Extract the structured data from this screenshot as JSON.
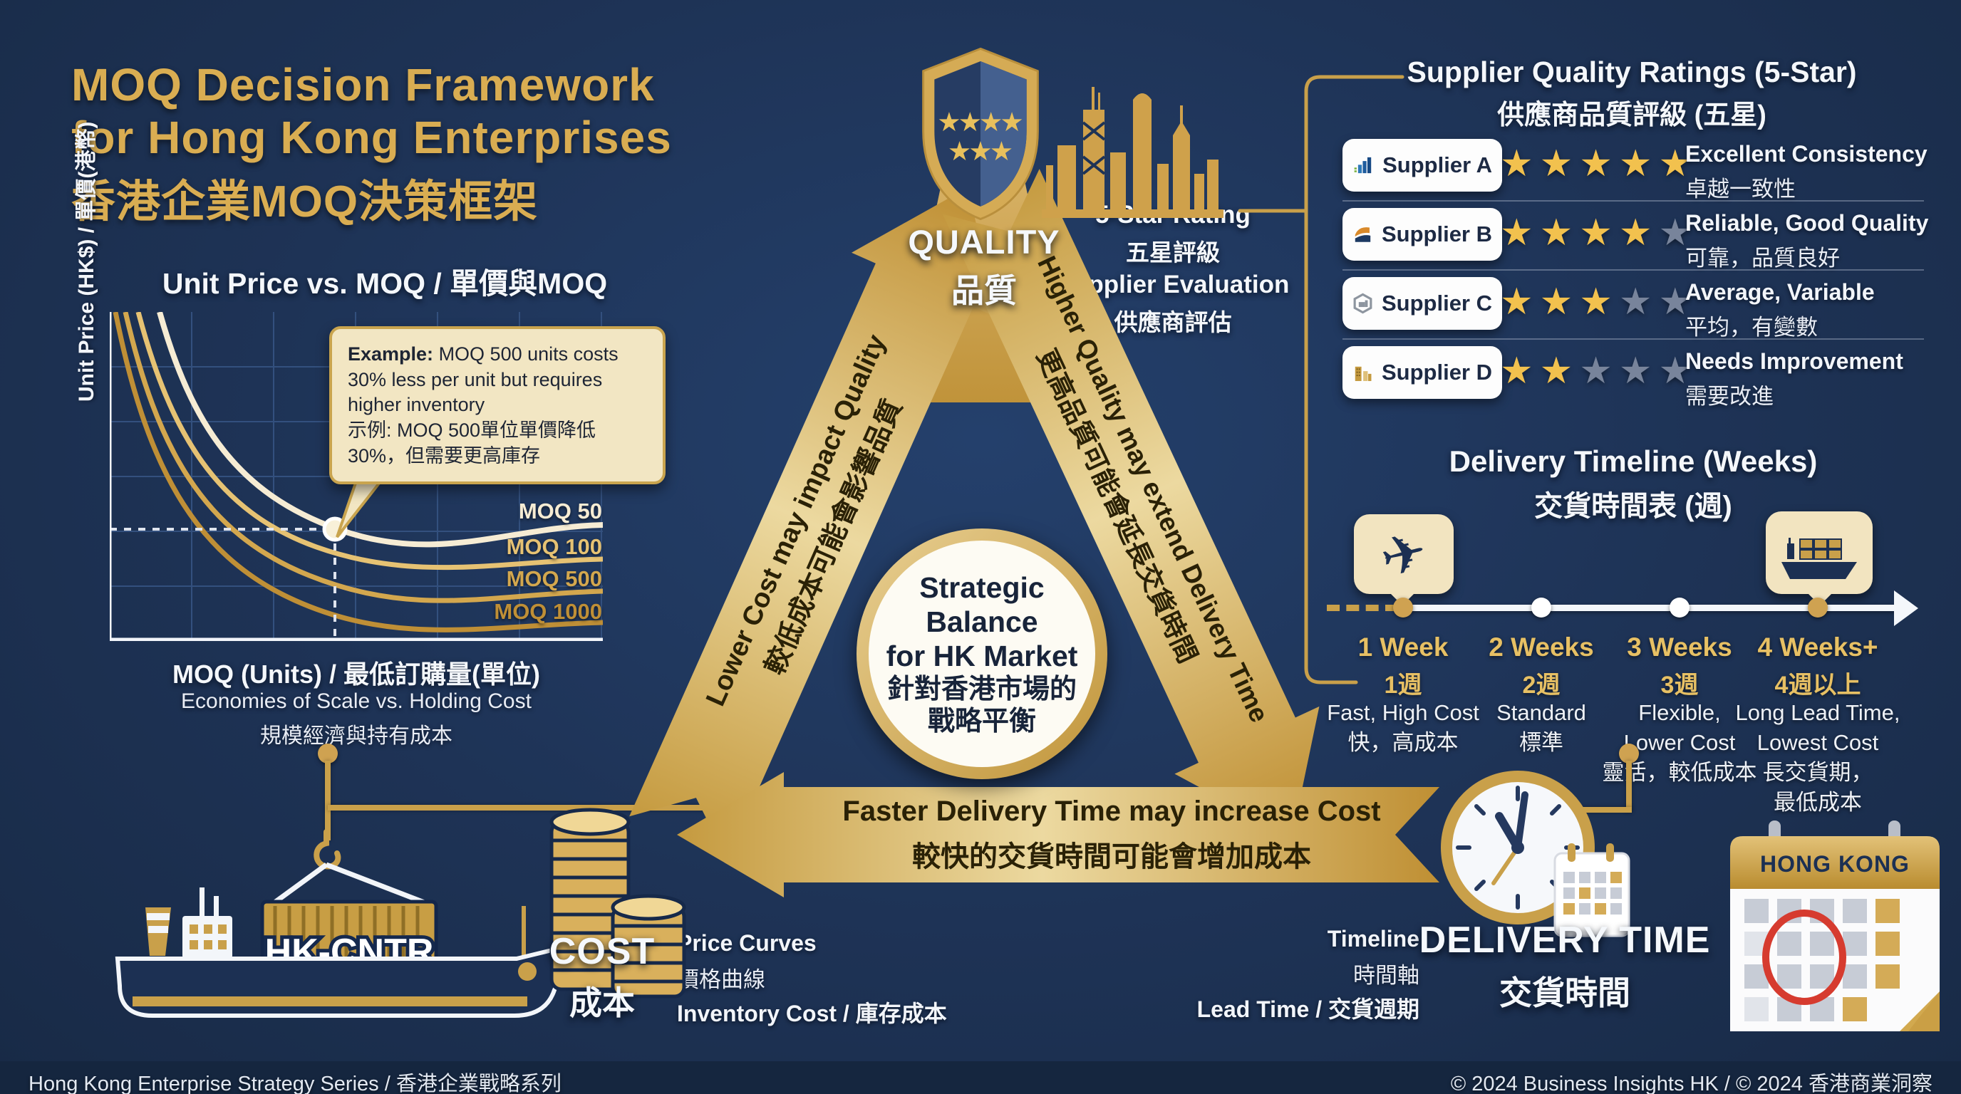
{
  "colors": {
    "background": "#1e3356",
    "gold": "#d9ad52",
    "star_gold": "#f2c14e",
    "star_gray": "#78849b",
    "dot_gold": "#cfa251",
    "dot_white": "#ffffff"
  },
  "title": {
    "line1": "MOQ Decision Framework",
    "line2": "for Hong Kong Enterprises",
    "line3": "香港企業MOQ決策框架"
  },
  "chart": {
    "title": "Unit Price vs. MOQ / 單價與MOQ",
    "y_label": "Unit Price (HK$) / 單價(港幣)",
    "x_label": "MOQ (Units) / 最低訂購量(單位)",
    "subtitle_en": "Economies of Scale vs. Holding Cost",
    "subtitle_zh": "規模經濟與持有成本",
    "curves": [
      {
        "label": "MOQ 50",
        "color": "#f6ecd4"
      },
      {
        "label": "MOQ 100",
        "color": "#e6c273"
      },
      {
        "label": "MOQ 500",
        "color": "#d3a74e"
      },
      {
        "label": "MOQ 1000",
        "color": "#bf8f36"
      }
    ],
    "callout": {
      "label": "Example:",
      "en": " MOQ 500 units costs 30% less per unit but requires higher inventory",
      "zh": "示例: MOQ 500單位單價降低30%，但需要更高庫存"
    }
  },
  "chart_data": {
    "type": "line",
    "title": "Unit Price vs. MOQ / 單價與MOQ",
    "xlabel": "MOQ (Units) / 最低訂購量(單位)",
    "ylabel": "Unit Price (HK$) / 單價(港幣)",
    "series": [
      {
        "name": "MOQ 50"
      },
      {
        "name": "MOQ 100"
      },
      {
        "name": "MOQ 500"
      },
      {
        "name": "MOQ 1000"
      }
    ],
    "annotation": "Example: MOQ 500 units costs 30% less per unit but requires higher inventory",
    "grid": true,
    "axis_ticks_labeled": false
  },
  "triangle": {
    "quality": {
      "en": "QUALITY",
      "zh": "品質"
    },
    "cost": {
      "en": "COST",
      "zh": "成本"
    },
    "delivery": {
      "en": "DELIVERY TIME",
      "zh": "交貨時間"
    },
    "center": {
      "l1": "Strategic",
      "l2": "Balance",
      "l3": "for HK Market",
      "zh1": "針對香港市場的",
      "zh2": "戰略平衡"
    },
    "edge_cost_quality": {
      "en": "Lower Cost may impact Quality",
      "zh": "較低成本可能會影響品質"
    },
    "edge_quality_delivery": {
      "en": "Higher Quality may extend Delivery Time",
      "zh": "更高品質可能會延長交貨時間"
    },
    "edge_delivery_cost": {
      "en": "Faster Delivery Time may increase Cost",
      "zh": "較快的交貨時間可能會增加成本"
    }
  },
  "quality_side": {
    "rating_en": "5-Star Rating",
    "rating_zh": "五星評級",
    "eval_en": "Supplier Evaluation",
    "eval_zh": "供應商評估"
  },
  "cost_side": {
    "price_curves_en": "Price Curves",
    "price_curves_zh": "價格曲線",
    "inventory": "Inventory Cost / 庫存成本"
  },
  "delivery_side": {
    "timeline_en": "Timeline",
    "timeline_zh": "時間軸",
    "lead": "Lead Time / 交貨週期"
  },
  "suppliers": {
    "title_en": "Supplier Quality Ratings (5-Star)",
    "title_zh": "供應商品質評級 (五星)",
    "rows": [
      {
        "name": "Supplier A",
        "stars": 5,
        "desc_en": "Excellent Consistency",
        "desc_zh": "卓越一致性"
      },
      {
        "name": "Supplier B",
        "stars": 4,
        "desc_en": "Reliable, Good Quality",
        "desc_zh": "可靠，品質良好"
      },
      {
        "name": "Supplier C",
        "stars": 3,
        "desc_en": "Average, Variable",
        "desc_zh": "平均，有變數"
      },
      {
        "name": "Supplier D",
        "stars": 2,
        "desc_en": "Needs Improvement",
        "desc_zh": "需要改進"
      }
    ]
  },
  "timeline": {
    "title_en": "Delivery Timeline (Weeks)",
    "title_zh": "交貨時間表 (週)",
    "stops": [
      {
        "week_en": "1 Week",
        "week_zh": "1週",
        "desc": [
          "Fast, High Cost",
          "快，高成本"
        ],
        "dot_color": "#cfa251"
      },
      {
        "week_en": "2 Weeks",
        "week_zh": "2週",
        "desc": [
          "Standard",
          "標準"
        ],
        "dot_color": "#ffffff"
      },
      {
        "week_en": "3 Weeks",
        "week_zh": "3週",
        "desc": [
          "Flexible,",
          "Lower Cost",
          "靈活，較低成本"
        ],
        "dot_color": "#ffffff"
      },
      {
        "week_en": "4 Weeks+",
        "week_zh": "4週以上",
        "desc": [
          "Long Lead Time,",
          "Lowest Cost",
          "長交貨期，",
          "最低成本"
        ],
        "dot_color": "#cfa251"
      }
    ]
  },
  "ship": {
    "container_label": "HK-CNTR"
  },
  "calendar": {
    "label": "HONG KONG"
  },
  "footer": {
    "left": "Hong Kong Enterprise Strategy Series / 香港企業戰略系列",
    "right": "© 2024 Business Insights HK / © 2024 香港商業洞察"
  }
}
